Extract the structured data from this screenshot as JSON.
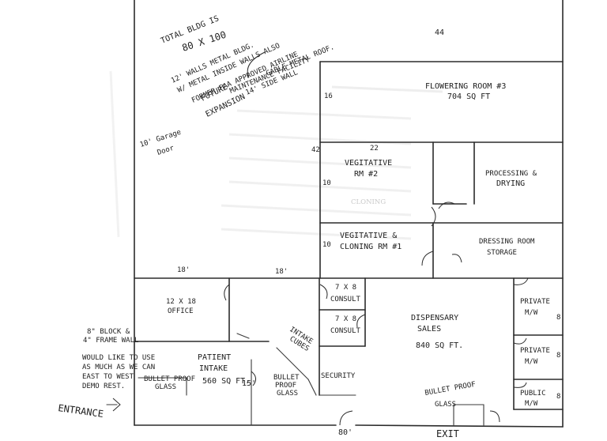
{
  "notes": {
    "total_bldg_line1": "TOTAL BLDG IS",
    "total_bldg_line2": "80 X 100",
    "building_desc_1": "12' WALLS METAL BLDG.",
    "building_desc_2": "W/ METAL INSIDE WALLS ALSO",
    "building_desc_3": "FORMER FAA APPROVED AIRLINE",
    "building_desc_4": "MAINTENANCE FACILITY",
    "building_desc_5": "14' SIDE WALL",
    "building_desc_6": "GABLE METAL ROOF.",
    "future_expansion_1": "FUTURE",
    "future_expansion_2": "EXPANSION",
    "garage_door_1": "10' Garage",
    "garage_door_2": "Door",
    "block_wall_1": "8\" BLOCK &",
    "block_wall_2": "4\" FRAME WALL",
    "block_wall_3": "WOULD LIKE TO USE",
    "block_wall_4": "AS MUCH AS WE CAN",
    "block_wall_5": "EAST TO WEST",
    "block_wall_6": "DEMO REST.",
    "entrance": "ENTRANCE",
    "exit": "EXIT"
  },
  "dimensions": {
    "top_right": "44",
    "left_16": "16",
    "left_42": "42",
    "left_10a": "10",
    "left_10b": "10",
    "width_22": "22",
    "dim_18a": "18'",
    "dim_18b": "18'",
    "dim_15": "15'",
    "bottom_80": "80'",
    "right_8a": "8",
    "right_8b": "8",
    "right_8c": "8"
  },
  "rooms": {
    "flowering_1": "FLOWERING ROOM #3",
    "flowering_2": "704 SQ FT",
    "veg2_1": "VEGITATIVE",
    "veg2_2": "RM #2",
    "cloning_ghost": "CLONING",
    "veg1_1": "VEGITATIVE &",
    "veg1_2": "CLONING RM #1",
    "processing_1": "PROCESSING &",
    "processing_2": "DRYING",
    "dressing_1": "DRESSING ROOM",
    "dressing_2": "STORAGE",
    "office_1": "12 X 18",
    "office_2": "OFFICE",
    "consult1_1": "7 X 8",
    "consult1_2": "CONSULT",
    "consult2_1": "7 X 8",
    "consult2_2": "CONSULT",
    "dispensary_1": "DISPENSARY",
    "dispensary_2": "SALES",
    "dispensary_3": "840 SQ FT.",
    "intake_1": "PATIENT",
    "intake_2": "INTAKE",
    "intake_3": "560 SQ FT.",
    "intake_cubes_1": "INTAKE",
    "intake_cubes_2": "CUBES",
    "security": "SECURITY",
    "bulletproof_glass_a_1": "BULLET PROOF",
    "bulletproof_glass_a_2": "GLASS",
    "bulletproof_glass_b_1": "BULLET",
    "bulletproof_glass_b_2": "PROOF",
    "bulletproof_glass_b_3": "GLASS",
    "bulletproof_glass_c_1": "BULLET PROOF",
    "bulletproof_glass_c_2": "GLASS",
    "private_mw_a_1": "PRIVATE",
    "private_mw_a_2": "M/W",
    "private_mw_b_1": "PRIVATE",
    "private_mw_b_2": "M/W",
    "public_mw_1": "PUBLIC",
    "public_mw_2": "M/W"
  }
}
